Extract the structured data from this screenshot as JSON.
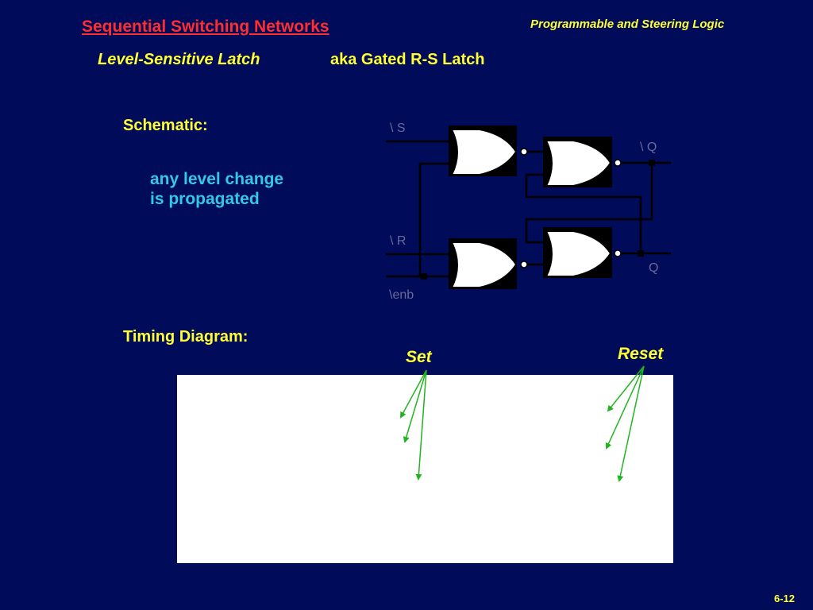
{
  "header": {
    "title": "Sequential Switching Networks",
    "course": "Programmable and Steering Logic"
  },
  "subtitle": {
    "main": "Level-Sensitive Latch",
    "aka": "aka Gated R-S Latch"
  },
  "schematic": {
    "label": "Schematic:",
    "note_line1": "any level change",
    "note_line2": "is propagated",
    "signals": {
      "s": "\\ S",
      "r": "\\ R",
      "enb": "\\enb",
      "q_bar": "\\ Q",
      "q": "Q"
    }
  },
  "timing": {
    "label": "Timing Diagram:",
    "set_label": "Set",
    "reset_label": "Reset"
  },
  "colors": {
    "background": "#000b5a",
    "title": "#ff2d2d",
    "text": "#ffff33",
    "note": "#33c8e8",
    "arrow": "#1fb51f"
  },
  "footer": {
    "page": "6-12"
  }
}
